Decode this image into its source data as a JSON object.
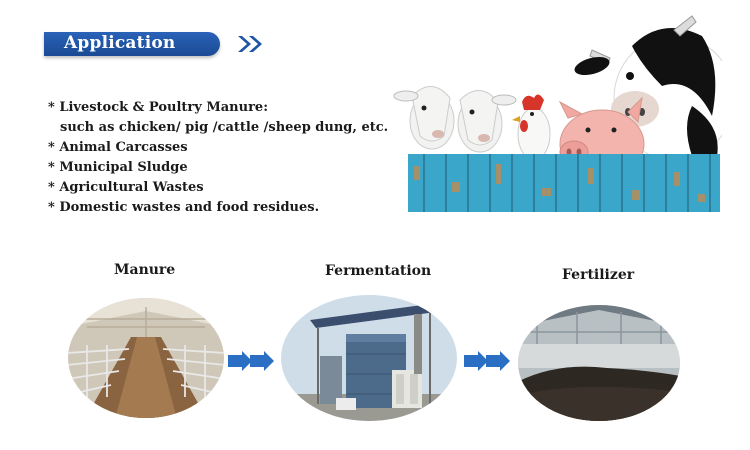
{
  "header": {
    "title": "Application"
  },
  "applications": {
    "items": [
      "*  Livestock & Poultry Manure:",
      "such as chicken/ pig /cattle /sheep dung, etc.",
      "* Animal Carcasses",
      "* Municipal Sludge",
      "* Agricultural Wastes",
      "* Domestic wastes and food residues."
    ]
  },
  "process": {
    "steps": [
      {
        "label": "Manure",
        "image": "pig-barn-photo"
      },
      {
        "label": "Fermentation",
        "image": "fermentation-tank-photo"
      },
      {
        "label": "Fertilizer",
        "image": "fertilizer-warehouse-photo"
      }
    ]
  },
  "colors": {
    "banner_blue": "#1f55a6",
    "arrow_blue": "#2a6fc4",
    "fence_teal": "#3aa6c9"
  },
  "icons": {
    "banner_chevrons": "double-chevron-right-icon",
    "process_arrows": "double-arrow-right-icon"
  }
}
